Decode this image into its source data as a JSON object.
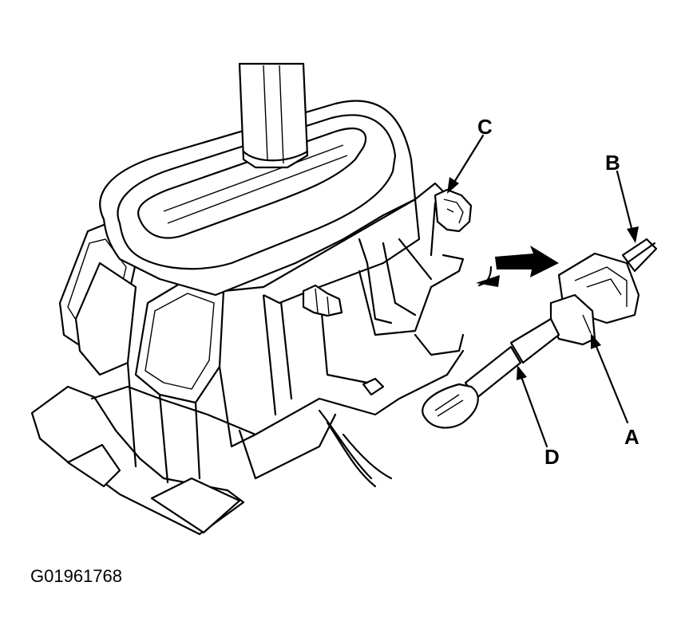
{
  "figure_id": "G01961768",
  "callouts": {
    "a": "A",
    "b": "B",
    "c": "C",
    "d": "D"
  }
}
